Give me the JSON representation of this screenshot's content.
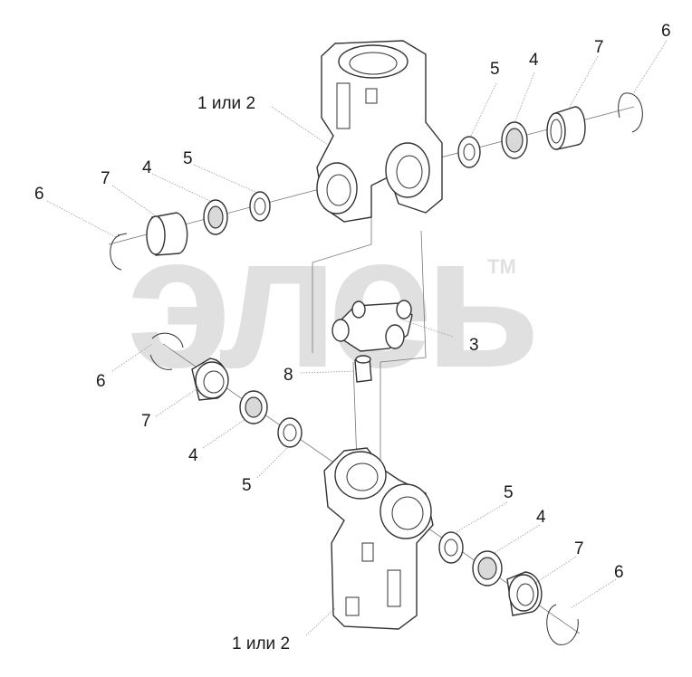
{
  "watermark": {
    "text": "элеь",
    "tm": "TM",
    "color": "#c8c8c8"
  },
  "callouts": [
    {
      "id": "c1",
      "text": "1 или 2"
    },
    {
      "id": "c2",
      "text": "5"
    },
    {
      "id": "c3",
      "text": "4"
    },
    {
      "id": "c4",
      "text": "7"
    },
    {
      "id": "c5",
      "text": "6"
    },
    {
      "id": "c6",
      "text": "6"
    },
    {
      "id": "c7",
      "text": "7"
    },
    {
      "id": "c8",
      "text": "4"
    },
    {
      "id": "c9",
      "text": "5"
    },
    {
      "id": "c10",
      "text": "3"
    },
    {
      "id": "c11",
      "text": "8"
    },
    {
      "id": "c12",
      "text": "6"
    },
    {
      "id": "c13",
      "text": "7"
    },
    {
      "id": "c14",
      "text": "4"
    },
    {
      "id": "c15",
      "text": "5"
    },
    {
      "id": "c16",
      "text": "5"
    },
    {
      "id": "c17",
      "text": "4"
    },
    {
      "id": "c18",
      "text": "7"
    },
    {
      "id": "c19",
      "text": "6"
    },
    {
      "id": "c20",
      "text": "1 или 2"
    }
  ]
}
